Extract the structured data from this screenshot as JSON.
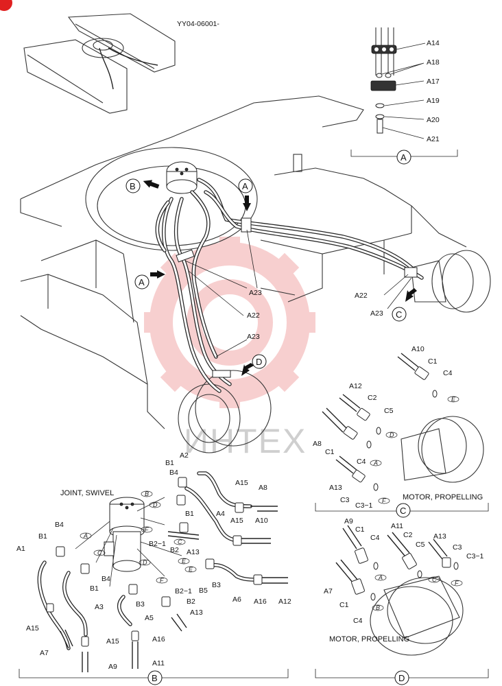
{
  "diagram": {
    "code": "YY04-06001-",
    "watermark": "ИНТЕХ",
    "view_bubbles": [
      "B",
      "A",
      "A",
      "C",
      "D"
    ],
    "main_labels": {
      "a23_top": "A23",
      "a22_mid": "A22",
      "a23_mid": "A23",
      "a22_right": "A22",
      "a23_right": "A23"
    },
    "detail_a": {
      "bubble": "A",
      "labels": [
        "A14",
        "A18",
        "A17",
        "A19",
        "A20",
        "A21"
      ]
    },
    "detail_b": {
      "bubble": "B",
      "title": "JOINT, SWIVEL",
      "labels": {
        "b4_top": "B4",
        "b1_top": "B1",
        "a2": "A2",
        "a15_top": "A15",
        "a8": "A8",
        "b1_top2": "B1",
        "a4": "A4",
        "a15_mid": "A15",
        "a10": "A10",
        "b4_left": "B4",
        "b1_left": "B1",
        "a1": "A1",
        "b2_1_top": "B2−1",
        "b2_top": "B2",
        "a13_top": "A13",
        "b4_mid": "B4",
        "b1_mid": "B1",
        "b5_mid": "B5",
        "b3_mid": "B3",
        "b3_low": "B3",
        "b2_1_low": "B2−1",
        "b2_low": "B2",
        "a13_low": "A13",
        "a3": "A3",
        "a5": "A5",
        "a15_low": "A15",
        "a6": "A6",
        "a16_right": "A16",
        "a12": "A12",
        "a15_left": "A15",
        "a16_low": "A16",
        "a7": "A7",
        "a9": "A9",
        "a11": "A11"
      },
      "callouts": [
        "A",
        "B",
        "C",
        "D",
        "E",
        "F",
        "C",
        "D",
        "E",
        "F"
      ]
    },
    "detail_c": {
      "bubble": "C",
      "title": "MOTOR, PROPELLING",
      "labels": {
        "a10": "A10",
        "c1_top": "C1",
        "c4_top": "C4",
        "a12": "A12",
        "c2": "C2",
        "c5": "C5",
        "a8": "A8",
        "c1_mid": "C1",
        "c4_mid": "C4",
        "a13": "A13",
        "c3": "C3",
        "c3_1": "C3−1"
      },
      "callouts": [
        "E",
        "D",
        "A",
        "F"
      ]
    },
    "detail_d": {
      "bubble": "D",
      "title": "MOTOR, PROPELLING",
      "labels": {
        "a9": "A9",
        "c1_top": "C1",
        "c4_top": "C4",
        "a11": "A11",
        "c2": "C2",
        "a13": "A13",
        "c3": "C3",
        "c3_1": "C3−1",
        "c5": "C5",
        "a7": "A7",
        "c1_low": "C1",
        "c4_low": "C4"
      },
      "callouts": [
        "A",
        "C",
        "F",
        "B"
      ]
    }
  }
}
